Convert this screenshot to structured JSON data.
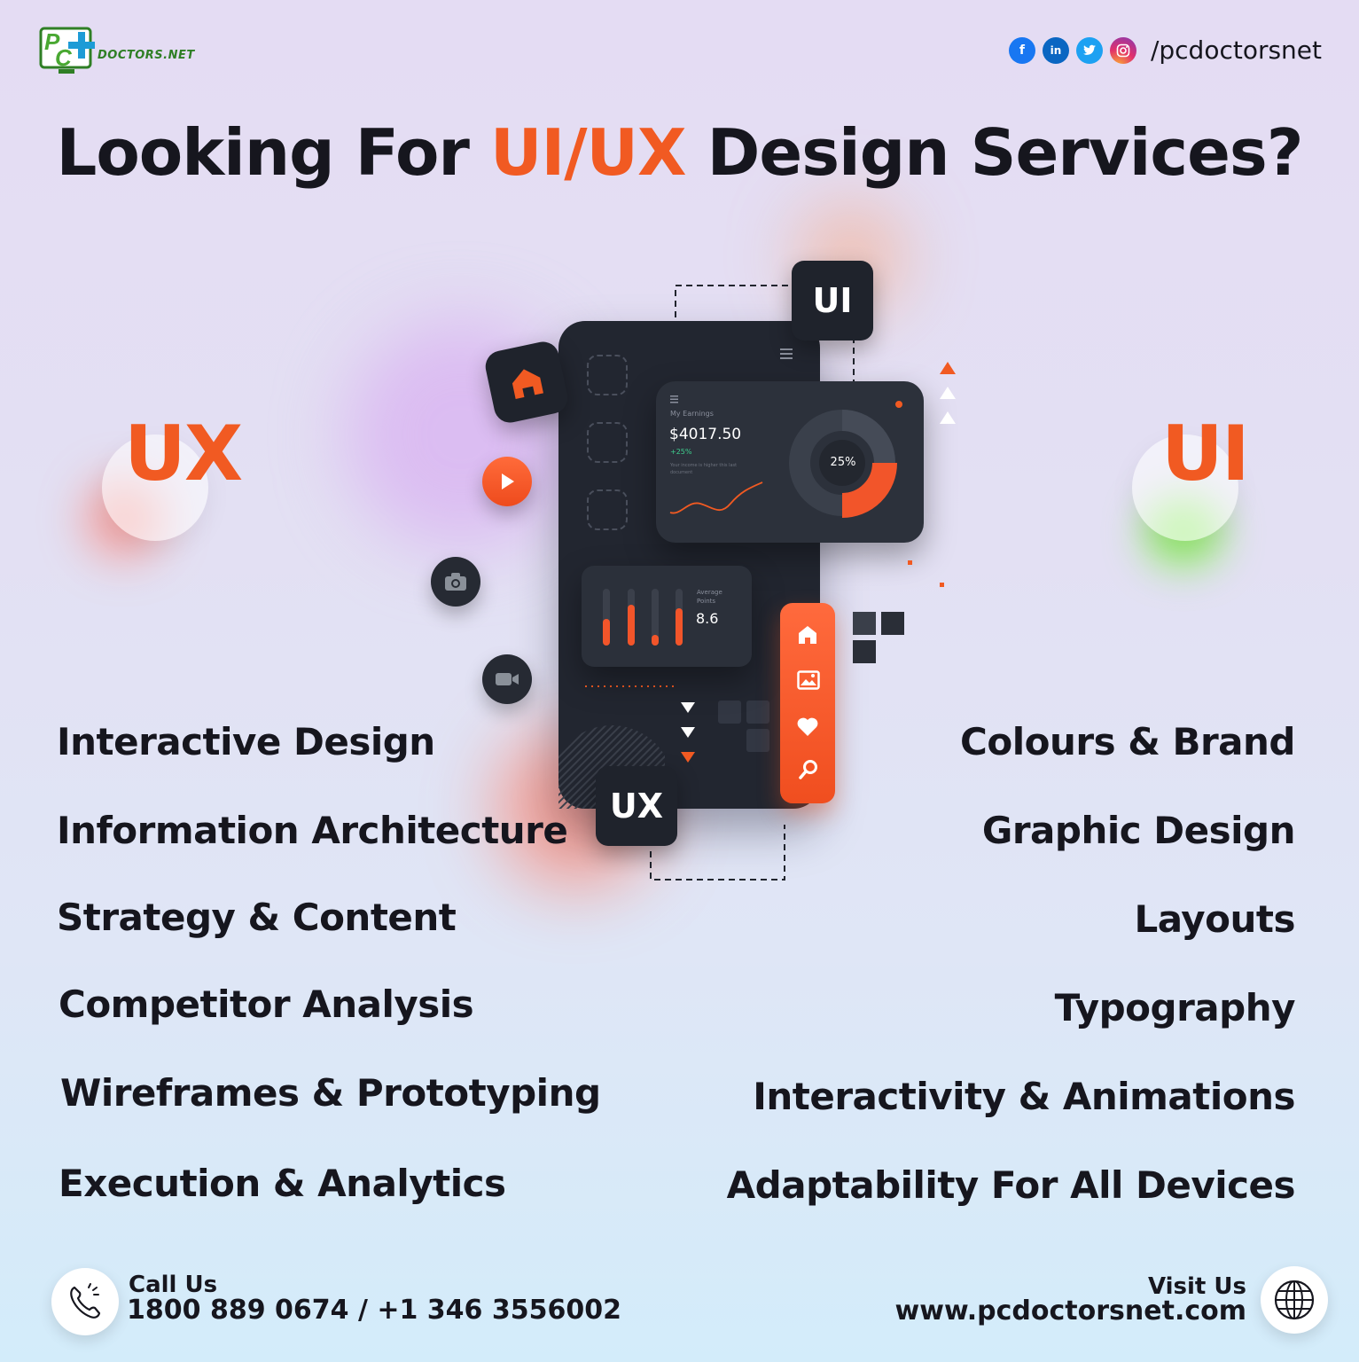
{
  "brand": {
    "logo_text": "DOCTORS.NET",
    "social_handle": "/pcdoctorsnet",
    "accent_color": "#f15a22",
    "dark_color": "#16161e"
  },
  "headline": {
    "before": "Looking For ",
    "accent": "UI/UX",
    "after": " Design Services?"
  },
  "ux": {
    "label": "UX",
    "items": [
      "Interactive Design",
      "Information Architecture",
      "Strategy & Content",
      "Competitor Analysis",
      "Wireframes & Prototyping",
      "Execution & Analytics"
    ]
  },
  "ui": {
    "label": "UI",
    "items": [
      "Colours & Brand",
      "Graphic Design",
      "Layouts",
      "Typography",
      "Interactivity & Animations",
      "Adaptability For All Devices"
    ]
  },
  "illustration": {
    "ui_tile": "UI",
    "ux_tile": "UX",
    "earnings_label": "My Earnings",
    "earnings_value": "$4017.50",
    "earnings_change": "+25%",
    "earnings_note": "Your income is higher this last document",
    "donut_value": "25%",
    "points_label_1": "Average",
    "points_label_2": "Points",
    "points_value": "8.6"
  },
  "footer": {
    "call_label": "Call Us",
    "call_number": "1800 889 0674 / +1 346 3556002",
    "visit_label": "Visit Us",
    "visit_url": "www.pcdoctorsnet.com"
  }
}
